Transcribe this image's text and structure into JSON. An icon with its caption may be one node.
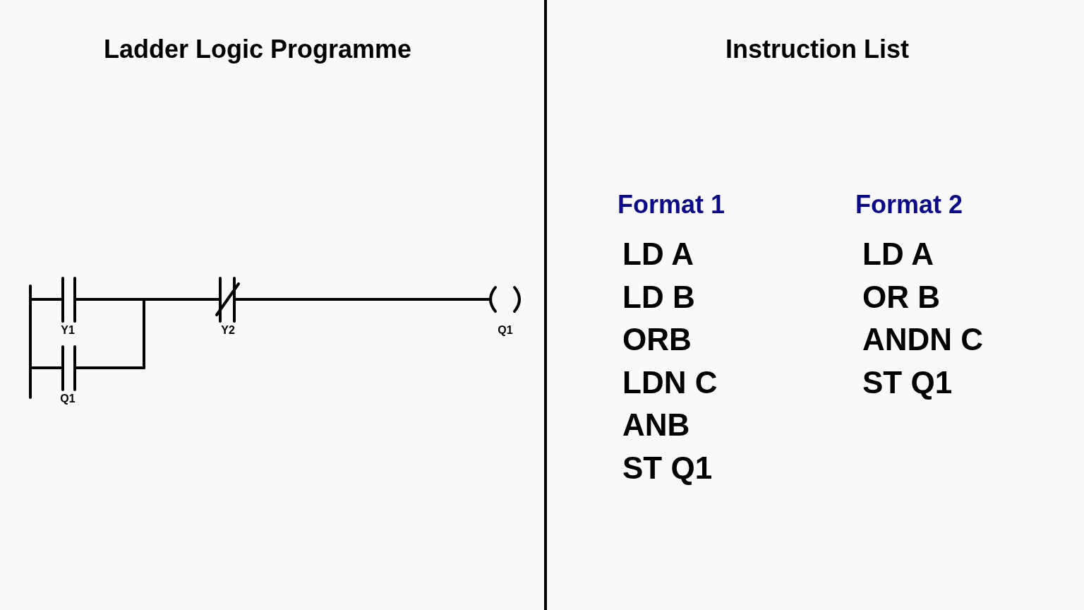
{
  "diagram": {
    "labels": [
      "Ladder Logic Programme",
      "Instruction List",
      "Y1",
      "Y2",
      "Q1",
      "Q1",
      "Format 1",
      "Format 2",
      "LD A",
      "LD B",
      "ORB",
      "LDN C",
      "ANB",
      "ST Q1",
      "LD A",
      "OR B",
      "ANDN C",
      "ST Q1"
    ]
  }
}
